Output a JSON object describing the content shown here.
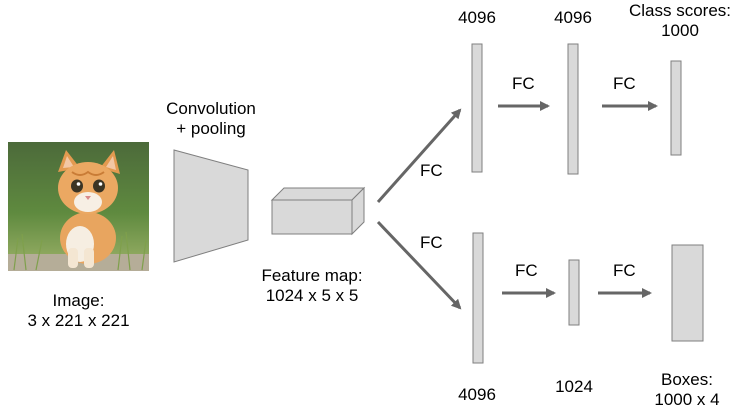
{
  "colors": {
    "block_fill": "#d9d9d9",
    "block_stroke": "#7f7f7f",
    "arrow": "#666666",
    "text": "#000000"
  },
  "image": {
    "icon": "kitten-photo",
    "label_line1": "Image:",
    "label_line2": "3 x 221 x 221"
  },
  "conv": {
    "label_line1": "Convolution",
    "label_line2": "+ pooling"
  },
  "feature_map": {
    "label_line1": "Feature map:",
    "label_line2": "1024 x 5 x 5"
  },
  "branch_top": {
    "split_label": "FC",
    "fc1_size": "4096",
    "fc_label_a": "FC",
    "fc2_size": "4096",
    "fc_label_b": "FC",
    "output_line1": "Class scores:",
    "output_line2": "1000"
  },
  "branch_bottom": {
    "split_label": "FC",
    "fc1_size": "4096",
    "fc_label_a": "FC",
    "fc2_size": "1024",
    "fc_label_b": "FC",
    "output_line1": "Boxes:",
    "output_line2": "1000 x 4"
  }
}
